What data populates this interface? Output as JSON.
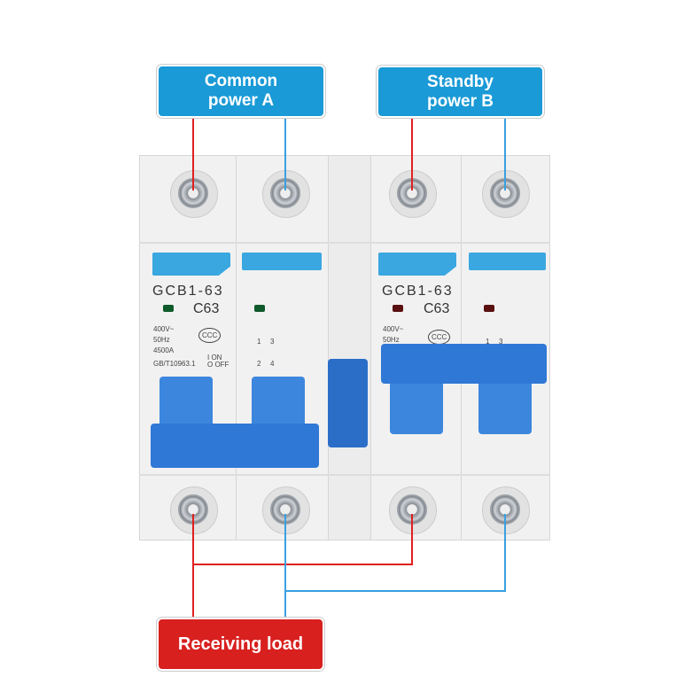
{
  "labels": {
    "source_a": "Common\npower A",
    "source_a_l1": "Common",
    "source_a_l2": "power A",
    "source_b_l1": "Standby",
    "source_b_l2": "power B",
    "load": "Receiving load"
  },
  "breaker_a": {
    "model": "GCB1-63",
    "rating": "C63",
    "voltage": "400V~",
    "freq": "50Hz",
    "breaking": "4500A",
    "standard": "GB/T10963.1",
    "on": "I ON",
    "off": "O OFF",
    "cert": "CCC",
    "terminals": [
      "1",
      "3",
      "2",
      "4"
    ],
    "indicator": "green"
  },
  "breaker_b": {
    "model": "GCB1-63",
    "rating": "C63",
    "voltage": "400V~",
    "freq": "50Hz",
    "cert": "CCC",
    "terminals": [
      "1",
      "3"
    ],
    "indicator": "red"
  },
  "colors": {
    "label_blue": "#1a9ad6",
    "label_red": "#d8201f",
    "wire_red": "#e02020",
    "wire_blue": "#3aa0e0",
    "handle": "#2f78d6"
  }
}
